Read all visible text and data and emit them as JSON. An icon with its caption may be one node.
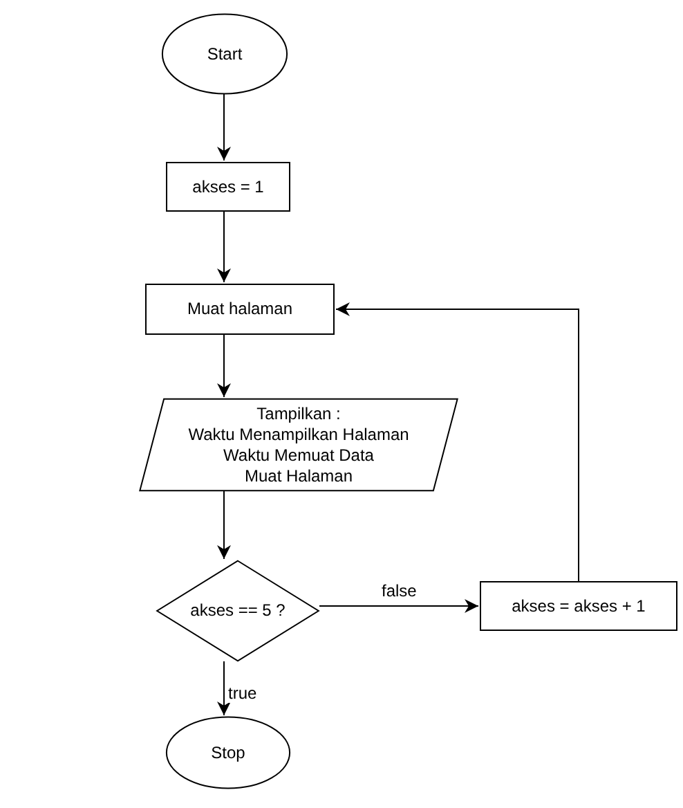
{
  "diagram": {
    "nodes": [
      {
        "text": [
          "Start"
        ]
      },
      {
        "text": [
          "akses = 1"
        ]
      },
      {
        "text": [
          "Muat halaman"
        ]
      },
      {
        "text": [
          "Tampilkan :",
          "Waktu Menampilkan Halaman",
          "Waktu Memuat Data",
          "Muat Halaman"
        ]
      },
      {
        "text": [
          "akses == 5 ?"
        ]
      },
      {
        "text": [
          "akses = akses + 1"
        ]
      },
      {
        "text": [
          "Stop"
        ]
      }
    ],
    "edges": [
      {
        "from": 0,
        "to": 1,
        "arrow": "to"
      },
      {
        "from": 1,
        "to": 2,
        "arrow": "to"
      },
      {
        "from": 2,
        "to": 3,
        "arrow": "to"
      },
      {
        "from": 3,
        "to": 4,
        "arrow": "to"
      },
      {
        "from": 4,
        "to": 5,
        "arrow": "to",
        "label": "false"
      },
      {
        "from": 5,
        "to": 2,
        "arrow": "to"
      },
      {
        "from": 4,
        "to": 6,
        "arrow": "to",
        "label": "true"
      }
    ]
  }
}
